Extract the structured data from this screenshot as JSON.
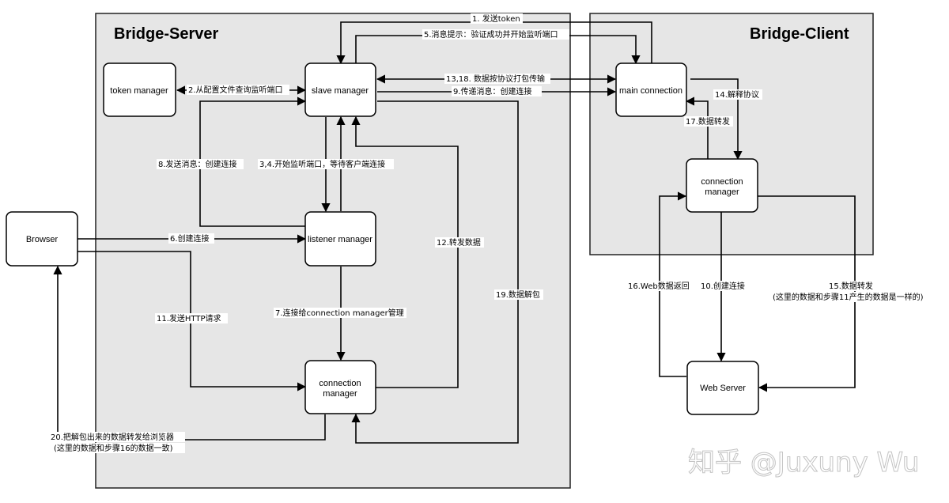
{
  "regions": {
    "server": "Bridge-Server",
    "client": "Bridge-Client"
  },
  "nodes": {
    "token_manager": "token manager",
    "slave_manager": "slave manager",
    "listener_manager": "listener manager",
    "server_connection_manager_1": "connection",
    "server_connection_manager_2": "manager",
    "browser": "Browser",
    "main_connection": "main connection",
    "client_connection_manager_1": "connection",
    "client_connection_manager_2": "manager",
    "web_server": "Web Server"
  },
  "edges": {
    "e1": "1. 发送token",
    "e5": "5.消息提示：验证成功并开始监听端口",
    "e2": "2.从配置文件查询监听端口",
    "e13_18": "13,18. 数据按协议打包传输",
    "e9": "9.传递消息：创建连接",
    "e14": "14.解释协议",
    "e17": "17.数据转发",
    "e8": "8.发送消息：创建连接",
    "e3_4": "3,4.开始监听端口，等待客户端连接",
    "e6": "6.创建连接",
    "e12": "12.转发数据",
    "e19": "19.数据解包",
    "e11": "11.发送HTTP请求",
    "e7": "7.连接给connection manager管理",
    "e16": "16.Web数据返回",
    "e10": "10.创建连接",
    "e15_1": "15.数据转发",
    "e15_2": "(这里的数据和步骤11产生的数据是一样的)",
    "e20_1": "20.把解包出来的数据转发给浏览器",
    "e20_2": "(这里的数据和步骤16的数据一致)"
  },
  "watermark": "知乎 @Juxuny Wu"
}
